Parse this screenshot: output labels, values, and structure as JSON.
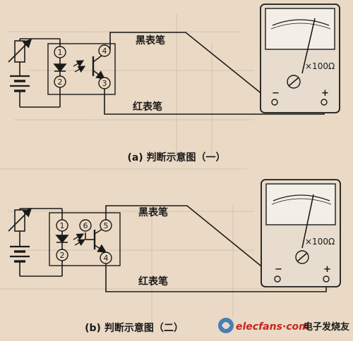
{
  "diagram_a": {
    "pins": [
      "1",
      "2",
      "3",
      "4"
    ],
    "black_probe": "黑表笔",
    "red_probe": "红表笔",
    "meter_range": "×100Ω",
    "meter_minus": "−",
    "meter_plus": "+",
    "caption": "(a) 判断示意图（一）"
  },
  "diagram_b": {
    "pins": [
      "1",
      "2",
      "4",
      "5",
      "6"
    ],
    "black_probe": "黑表笔",
    "red_probe": "红表笔",
    "meter_range": "×100Ω",
    "meter_minus": "−",
    "meter_plus": "+",
    "caption": "(b) 判断示意图（二）"
  },
  "watermark": {
    "brand": "elecfans·com",
    "brand_cn": "电子发烧友"
  },
  "colors": {
    "background": "#ead9c4",
    "ink": "#1a1a1a",
    "brand_red": "#c8261e"
  }
}
